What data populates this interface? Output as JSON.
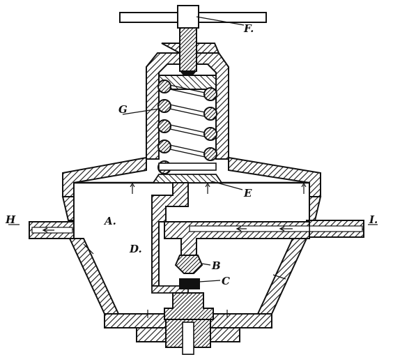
{
  "diagram": {
    "labels": {
      "A": "A.",
      "B": "B",
      "C": "C",
      "D": "D.",
      "E": "E",
      "F": "F.",
      "G": "G",
      "H": "H",
      "I": "I."
    },
    "colors": {
      "ink": "#111111",
      "paper": "#ffffff"
    }
  }
}
